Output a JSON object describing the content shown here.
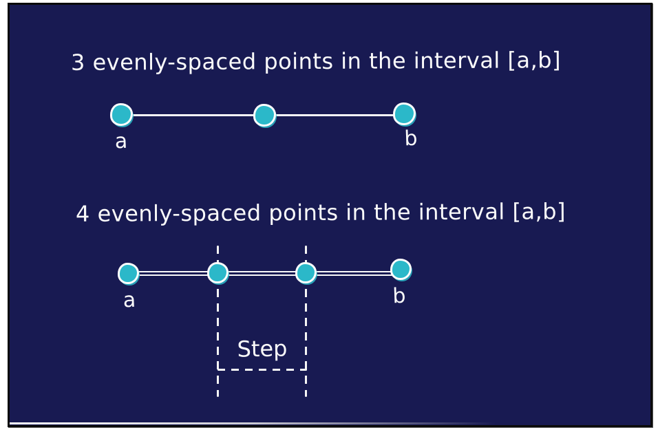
{
  "board": {
    "background_color": "#181a52",
    "border_color": "#0b0b0b"
  },
  "palette": {
    "point_fill": "#2bb8c9",
    "stroke": "#fafafa"
  },
  "section_three_points": {
    "title": "3 evenly-spaced points in the interval [a,b]",
    "points_count": 3,
    "label_left": "a",
    "label_right": "b"
  },
  "section_four_points": {
    "title": "4 evenly-spaced points in the interval [a,b]",
    "points_count": 4,
    "label_left": "a",
    "label_right": "b",
    "step_label": "Step"
  }
}
